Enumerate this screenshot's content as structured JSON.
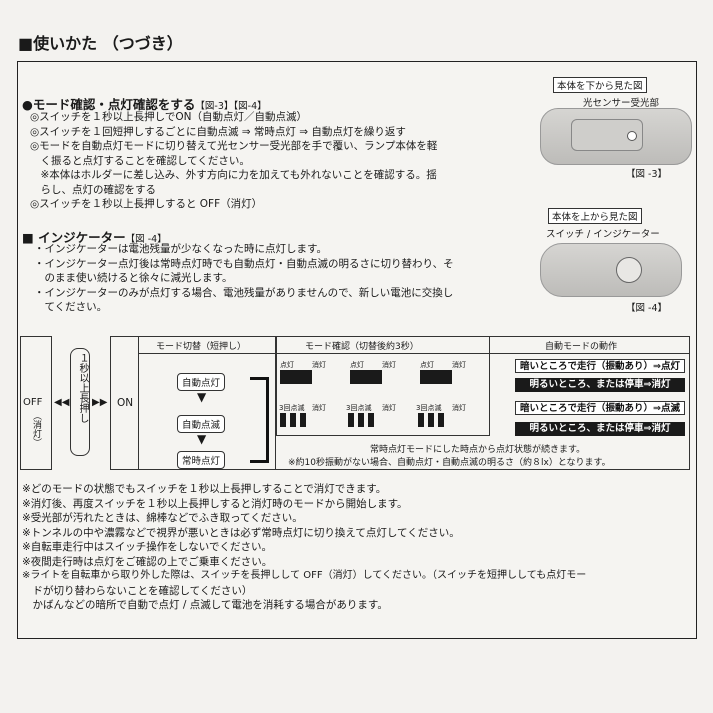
{
  "title": "■使いかた （つづき）",
  "section1": {
    "heading": "●モード確認・点灯確認をする",
    "refs": "【図-3】【図-4】",
    "lines": [
      "◎スイッチを１秒以上長押しでON（自動点灯／自動点滅）",
      "◎スイッチを１回短押しするごとに自動点滅 ⇒ 常時点灯 ⇒ 自動点灯を繰り返す",
      "◎モードを自動点灯モードに切り替えて光センサー受光部を手で覆い、ランプ本体を軽",
      "　く振ると点灯することを確認してください。",
      "　※本体はホルダーに差し込み、外す方向に力を加えても外れないことを確認する。揺",
      "　らし、点灯の確認をする",
      "◎スイッチを１秒以上長押しすると OFF（消灯）"
    ]
  },
  "fig3": {
    "caption": "本体を下から見た図",
    "label": "光センサー受光部",
    "num": "【図 -3】"
  },
  "section2": {
    "heading": "■ インジケーター",
    "ref": "【図 -4】",
    "lines": [
      "・インジケーターは電池残量が少なくなった時に点灯します。",
      "・インジケーター点灯後は常時点灯時でも自動点灯・自動点滅の明るさに切り替わり、そ",
      "　のまま使い続けると徐々に減光します。",
      "・インジケーターのみが点灯する場合、電池残量がありませんので、新しい電池に交換し",
      "　てください。"
    ]
  },
  "fig4": {
    "caption": "本体を上から見た図",
    "label": "スイッチ / インジケーター",
    "num": "【図 -4】"
  },
  "table": {
    "off": "OFF",
    "off_sub": "（消灯）",
    "long_press": "１秒以上長押し",
    "on": "ON",
    "mode_switch": "モード切替（短押し）",
    "mode_check": "モード確認（切替後約3秒）",
    "auto_header": "自動モードの動作",
    "modes": [
      "自動点灯",
      "自動点滅",
      "常時点灯"
    ],
    "row1_tags": [
      "点灯",
      "消灯",
      "点灯",
      "消灯",
      "点灯",
      "消灯"
    ],
    "row2_tags": [
      "3回点滅",
      "消灯",
      "3回点滅",
      "消灯",
      "3回点滅",
      "消灯"
    ],
    "auto_rows": [
      "暗いところで走行（振動あり）⇒点灯",
      "明るいところ、または停車⇒消灯",
      "暗いところで走行（振動あり）⇒点滅",
      "明るいところ、または停車⇒消灯"
    ],
    "note1": "常時点灯モードにした時点から点灯状態が続きます。",
    "note2": "※約10秒振動がない場合、自動点灯・自動点滅の明るさ（約８lx）となります。"
  },
  "notes": [
    "※どのモードの状態でもスイッチを１秒以上長押しすることで消灯できます。",
    "※消灯後、再度スイッチを１秒以上長押しすると消灯時のモードから開始します。",
    "※受光部が汚れたときは、綿棒などでふき取ってください。",
    "※トンネルの中や濃霧などで視界が悪いときは必ず常時点灯に切り換えて点灯してください。",
    "※自転車走行中はスイッチ操作をしないでください。",
    "※夜間走行時は点灯をご確認の上でご乗車ください。",
    "※ライトを自転車から取り外した際は、スイッチを長押しして OFF（消灯）してください。（スイッチを短押ししても点灯モー",
    "　ドが切り替わらないことを確認してください）",
    "　かばんなどの暗所で自動で点灯 / 点滅して電池を消耗する場合があります。"
  ]
}
